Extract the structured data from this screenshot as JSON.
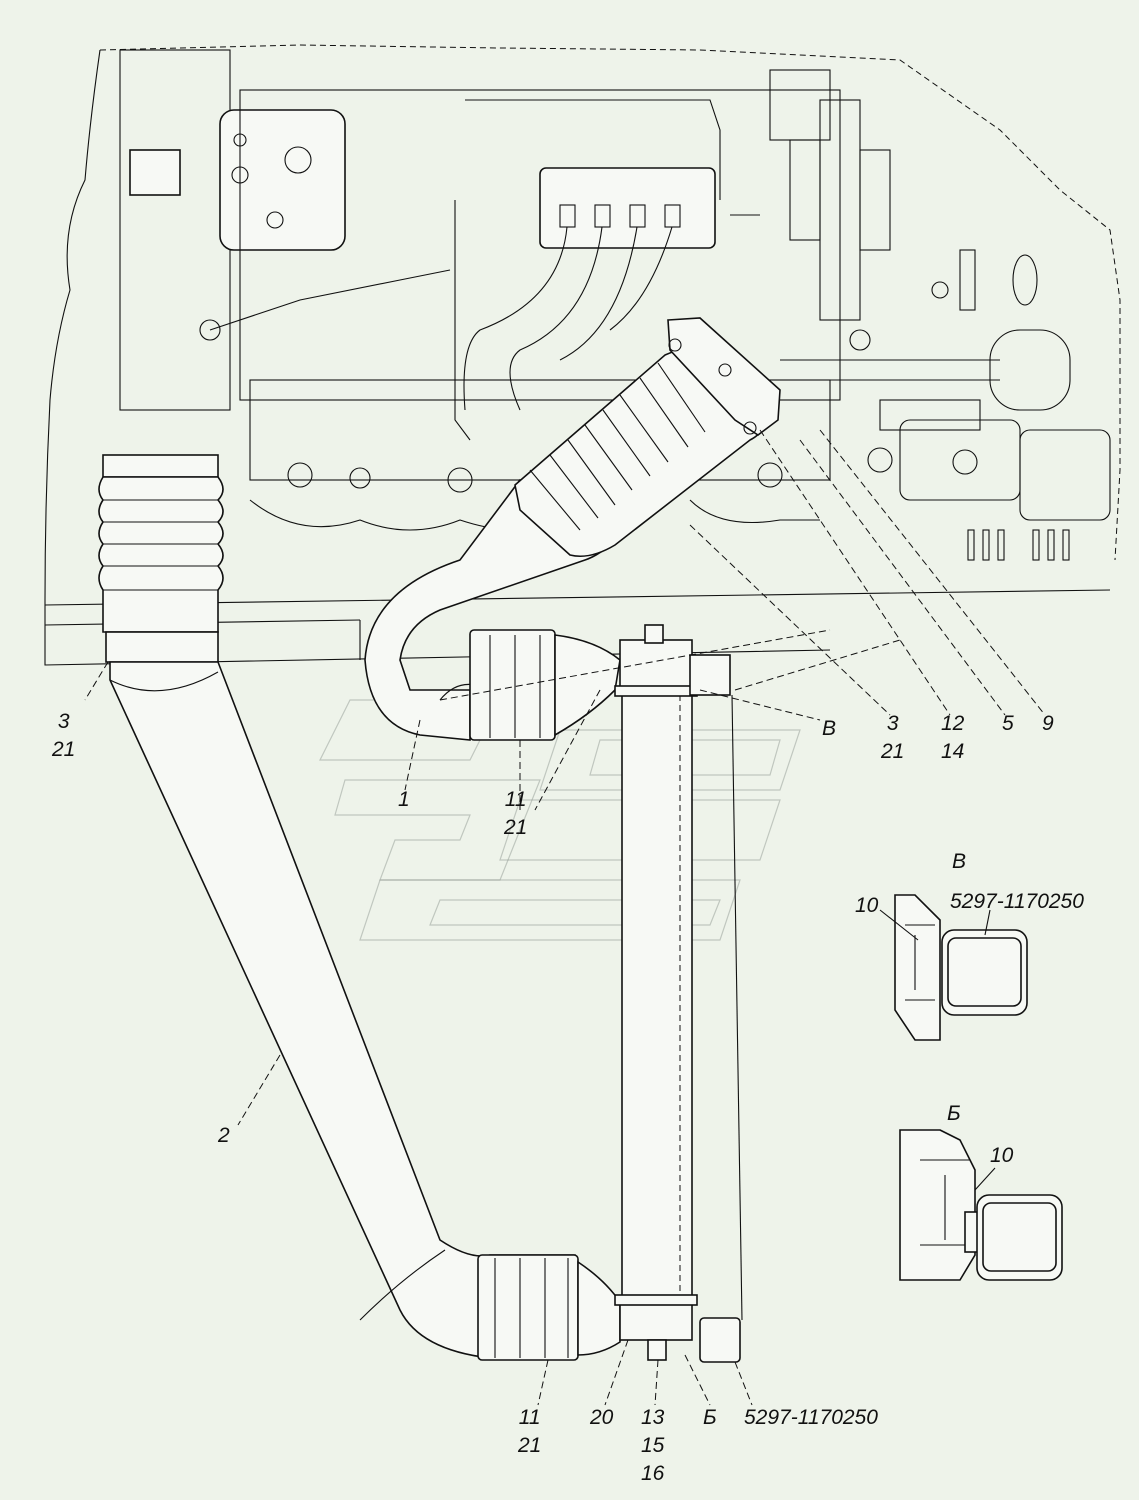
{
  "callouts": {
    "c1": [
      "1"
    ],
    "c2": [
      "2"
    ],
    "c3_left": [
      "3",
      "21"
    ],
    "c3_right": [
      "3",
      "21"
    ],
    "c11_upper": [
      "11",
      "21"
    ],
    "c11_lower": [
      "11",
      "21"
    ],
    "c12": [
      "12",
      "14"
    ],
    "c5": [
      "5"
    ],
    "c9": [
      "9"
    ],
    "c20": [
      "20"
    ],
    "c13": [
      "13",
      "15",
      "16"
    ],
    "cB_cyr": [
      "Б"
    ],
    "cV": [
      "В"
    ],
    "c_part_lower": [
      "5297-1170250"
    ]
  },
  "views": {
    "v": {
      "title": "В",
      "item": "10",
      "part": "5297-1170250"
    },
    "b": {
      "title": "Б",
      "item": "10"
    }
  }
}
